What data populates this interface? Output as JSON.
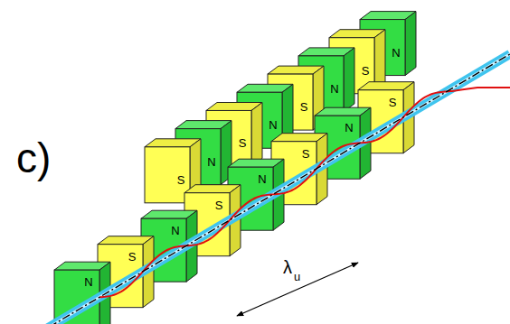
{
  "diagram": {
    "labels": [
      "c)",
      "S",
      "N",
      "S",
      "N",
      "S",
      "N",
      "S",
      "N",
      "N",
      "S",
      "N",
      "S",
      "N",
      "S",
      "N",
      "S",
      "λ",
      "u"
    ]
  }
}
